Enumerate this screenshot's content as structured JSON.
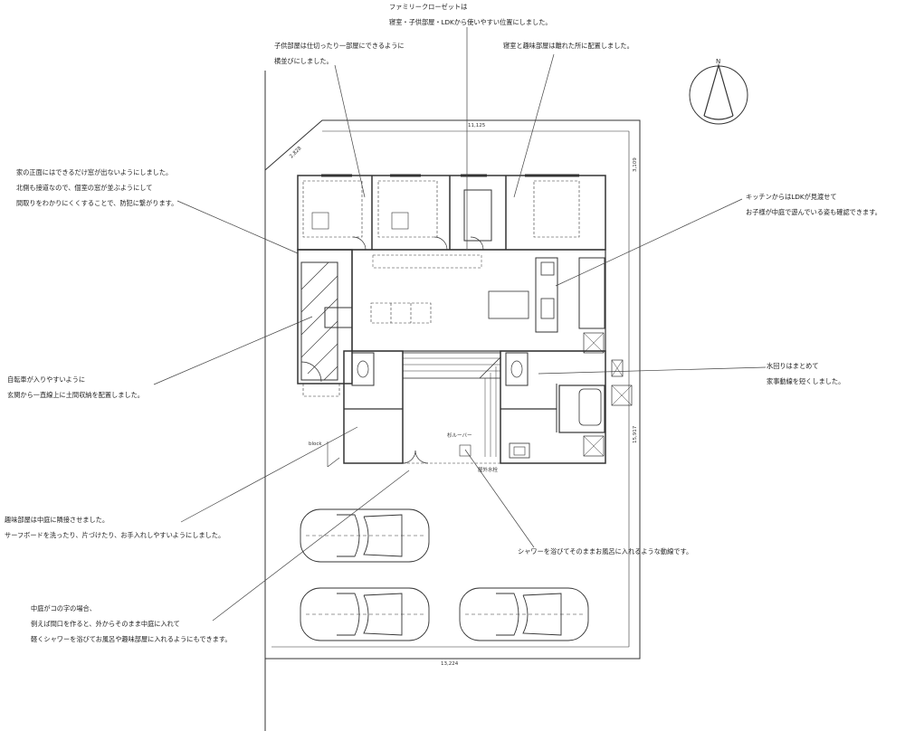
{
  "annotations": {
    "closet": [
      "ファミリークローゼットは",
      "寝室・子供部屋・LDKから使いやすい位置にしました。"
    ],
    "kids_room": [
      "子供部屋は仕切ったり一部屋にできるように",
      "横並びにしました。"
    ],
    "bedroom": [
      "寝室と趣味部屋は離れた所に配置しました。"
    ],
    "front_facade": [
      "家の正面にはできるだけ窓が出ないようにしました。",
      "北側も接道なので、個室の窓が並ぶようにして",
      "間取りをわかりにくくすることで、防犯に繋がります。"
    ],
    "kitchen": [
      "キッチンからはLDKが見渡せて",
      "お子様が中庭で遊んでいる姿も確認できます。"
    ],
    "storage": [
      "自転車が入りやすいように",
      "玄関から一直線上に土間収納を配置しました。"
    ],
    "water": [
      "水回りはまとめて",
      "家事動線を短くしました。"
    ],
    "hobby": [
      "趣味部屋は中庭に隣接させました。",
      "サーフボードを洗ったり、片づけたり、お手入れしやすいようにしました。"
    ],
    "shower": [
      "シャワーを浴びてそのままお風呂に入れるような動線です。"
    ],
    "courtyard": [
      "中庭がコの字の場合、",
      "例えば間口を作ると、外からそのまま中庭に入れて",
      "軽くシャワーを浴びてお風呂や趣味部屋に入れるようにもできます。"
    ]
  },
  "plan_labels": {
    "dim_top": "11,125",
    "dim_right_top": "3,109",
    "dim_right": "15,917",
    "dim_bottom": "13,224",
    "dim_corner": "2,828",
    "block": "block",
    "louver": "杉ルーバー",
    "outdoor_shower": "屋外水栓"
  },
  "compass": {
    "label": "N"
  },
  "colors": {
    "line": "#333333",
    "thin": "#555555"
  }
}
